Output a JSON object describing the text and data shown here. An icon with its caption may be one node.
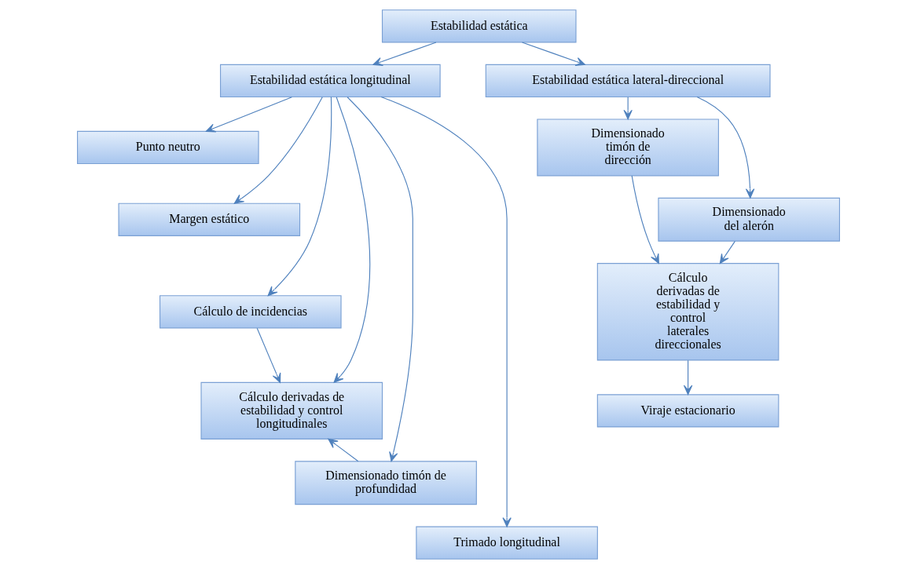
{
  "diagram": {
    "nodes": [
      {
        "text": [
          "Estabilidad estática"
        ]
      },
      {
        "text": [
          "Estabilidad estática longitudinal"
        ]
      },
      {
        "text": [
          "Estabilidad estática lateral-direccional"
        ]
      },
      {
        "text": [
          "Punto neutro"
        ]
      },
      {
        "text": [
          "Margen estático"
        ]
      },
      {
        "text": [
          "Cálculo de incidencias"
        ]
      },
      {
        "text": [
          "Cálculo derivadas de estabilidad y control longitudinales"
        ]
      },
      {
        "text": [
          "Dimensionado timón de profundidad"
        ]
      },
      {
        "text": [
          "Trimado longitudinal"
        ]
      },
      {
        "text": [
          "Dimensionado timón de dirección"
        ]
      },
      {
        "text": [
          "Dimensionado del alerón"
        ]
      },
      {
        "text": [
          "Cálculo derivadas de estabilidad y control laterales direccionales"
        ]
      },
      {
        "text": [
          "Viraje estacionario"
        ]
      }
    ],
    "edges": [
      {
        "from": 0,
        "to": 1,
        "arrow": "to"
      },
      {
        "from": 0,
        "to": 2,
        "arrow": "to"
      },
      {
        "from": 1,
        "to": 3,
        "arrow": "to"
      },
      {
        "from": 1,
        "to": 4,
        "arrow": "to"
      },
      {
        "from": 1,
        "to": 5,
        "arrow": "to"
      },
      {
        "from": 1,
        "to": 6,
        "arrow": "to"
      },
      {
        "from": 1,
        "to": 7,
        "arrow": "to"
      },
      {
        "from": 1,
        "to": 8,
        "arrow": "to"
      },
      {
        "from": 5,
        "to": 6,
        "arrow": "to"
      },
      {
        "from": 7,
        "to": 6,
        "arrow": "to"
      },
      {
        "from": 2,
        "to": 9,
        "arrow": "to"
      },
      {
        "from": 2,
        "to": 10,
        "arrow": "to"
      },
      {
        "from": 9,
        "to": 11,
        "arrow": "to"
      },
      {
        "from": 10,
        "to": 11,
        "arrow": "to"
      },
      {
        "from": 11,
        "to": 12,
        "arrow": "to"
      }
    ]
  }
}
